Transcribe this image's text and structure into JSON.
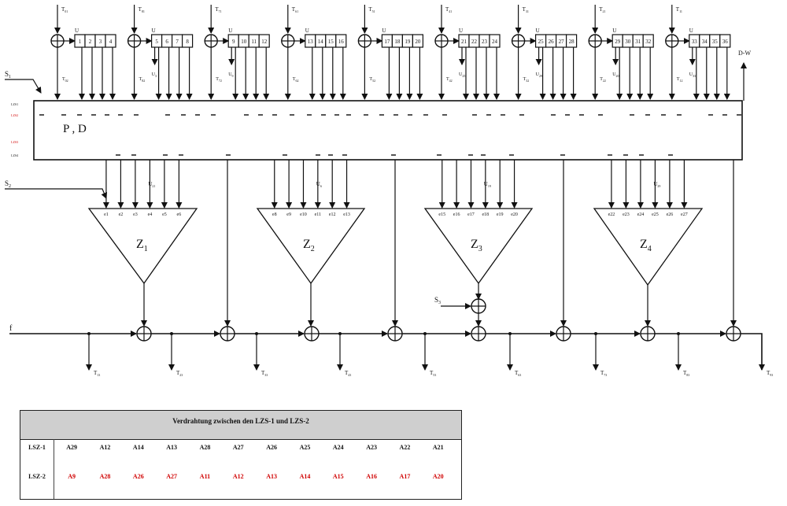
{
  "pd_label": "P , D",
  "s_inputs": [
    "S",
    "S",
    "S"
  ],
  "s_subs": [
    "1",
    "2",
    "3"
  ],
  "f_label": "f",
  "dw_label": "D-W",
  "u_label": "U",
  "lsz_side_labels": [
    "LZS1",
    "LZS2",
    "LZS3",
    "LZS4"
  ],
  "registers": [
    {
      "top": "T",
      "top_sub": "01",
      "boxes": [
        "1",
        "2",
        "3",
        "4"
      ],
      "u_sub": "",
      "t_sub": "02"
    },
    {
      "top": "T",
      "top_sub": "81",
      "boxes": [
        "5",
        "6",
        "7",
        "8"
      ],
      "u_sub": "3",
      "t_sub": "82"
    },
    {
      "top": "T",
      "top_sub": "71",
      "boxes": [
        "9",
        "10",
        "11",
        "12"
      ],
      "u_sub": "9",
      "t_sub": "72"
    },
    {
      "top": "T",
      "top_sub": "61",
      "boxes": [
        "13",
        "14",
        "15",
        "16"
      ],
      "u_sub": "",
      "t_sub": "62"
    },
    {
      "top": "T",
      "top_sub": "51",
      "boxes": [
        "17",
        "18",
        "19",
        "20"
      ],
      "u_sub": "",
      "t_sub": "52"
    },
    {
      "top": "T",
      "top_sub": "41",
      "boxes": [
        "21",
        "22",
        "23",
        "24"
      ],
      "u_sub": "25",
      "t_sub": "42"
    },
    {
      "top": "T",
      "top_sub": "31",
      "boxes": [
        "25",
        "26",
        "27",
        "28"
      ],
      "u_sub": "29",
      "t_sub": "32"
    },
    {
      "top": "T",
      "top_sub": "21",
      "boxes": [
        "29",
        "30",
        "31",
        "32"
      ],
      "u_sub": "20",
      "t_sub": "22"
    },
    {
      "top": "T",
      "top_sub": "11",
      "boxes": [
        "33",
        "34",
        "35",
        "36"
      ],
      "u_sub": "33",
      "t_sub": "12"
    }
  ],
  "z_units": [
    {
      "name": "Z",
      "sub": "1",
      "inputs": [
        "e1",
        "e2",
        "e3",
        "e4",
        "e5",
        "e6"
      ],
      "u": "U",
      "u_sub": "21"
    },
    {
      "name": "Z",
      "sub": "2",
      "inputs": [
        "e8",
        "e9",
        "e10",
        "e11",
        "e12",
        "e13"
      ],
      "u": "U",
      "u_sub": "6"
    },
    {
      "name": "Z",
      "sub": "3",
      "inputs": [
        "e15",
        "e16",
        "e17",
        "e18",
        "e19",
        "e20"
      ],
      "u": "U",
      "u_sub": "19"
    },
    {
      "name": "Z",
      "sub": "4",
      "inputs": [
        "e22",
        "e23",
        "e24",
        "e25",
        "e26",
        "e27"
      ],
      "u": "U",
      "u_sub": "29"
    }
  ],
  "outputs": [
    {
      "label": "T",
      "sub": "13"
    },
    {
      "label": "T",
      "sub": "23"
    },
    {
      "label": "T",
      "sub": "33"
    },
    {
      "label": "T",
      "sub": "43"
    },
    {
      "label": "T",
      "sub": "53"
    },
    {
      "label": "T",
      "sub": "63"
    },
    {
      "label": "T",
      "sub": "73"
    },
    {
      "label": "T",
      "sub": "83"
    },
    {
      "label": "T",
      "sub": "93"
    }
  ],
  "table": {
    "title": "Verdrahtung zwischen den LZS-1 und LZS-2",
    "row1_label": "LSZ-1",
    "row2_label": "LSZ-2",
    "row1": [
      "A29",
      "A12",
      "A14",
      "A13",
      "A28",
      "A27",
      "A26",
      "A25",
      "A24",
      "A23",
      "A22",
      "A21"
    ],
    "row2": [
      "A9",
      "A28",
      "A26",
      "A27",
      "A11",
      "A12",
      "A13",
      "A14",
      "A15",
      "A16",
      "A17",
      "A20"
    ]
  },
  "colors": {
    "line": "#111111",
    "highlight": "#d00000",
    "table_header": "#cfcfcf"
  }
}
